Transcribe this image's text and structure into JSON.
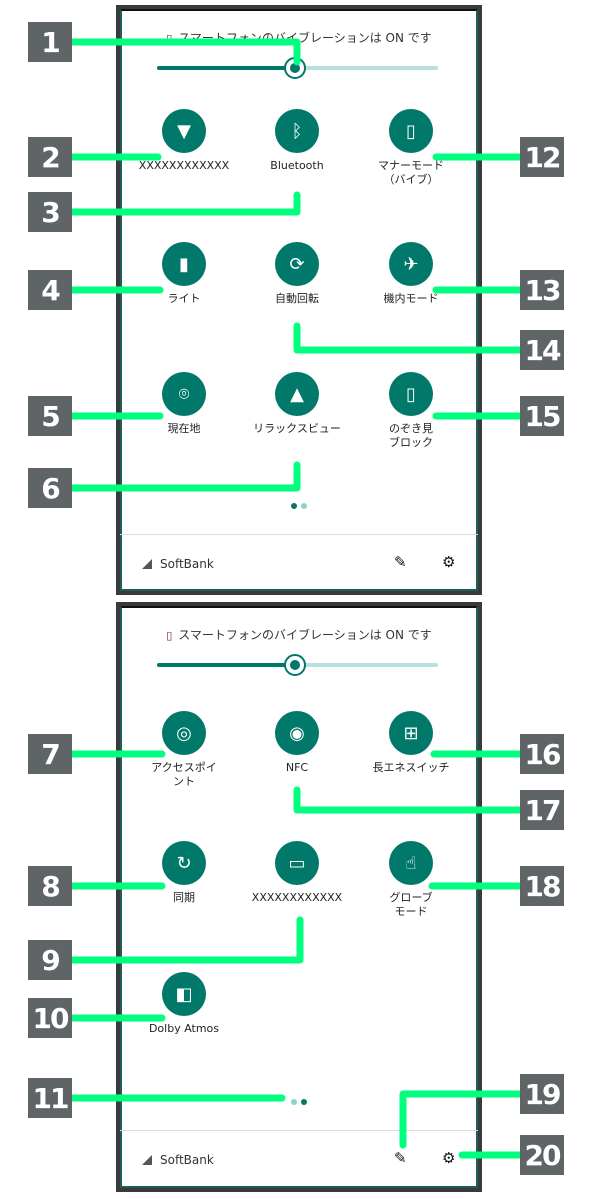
{
  "vibration_message": "スマートフォンのバイブレーションは ON です",
  "brightness_percent": 49,
  "panel1": {
    "tiles": [
      {
        "label": "XXXXXXXXXXXX",
        "icon": "wifi-icon"
      },
      {
        "label": "Bluetooth",
        "icon": "bluetooth-icon"
      },
      {
        "label": "マナーモード\n（バイブ）",
        "icon": "vibrate-icon"
      },
      {
        "label": "ライト",
        "icon": "flashlight-icon"
      },
      {
        "label": "自動回転",
        "icon": "rotate-icon"
      },
      {
        "label": "機内モード",
        "icon": "airplane-icon"
      },
      {
        "label": "現在地",
        "icon": "location-icon"
      },
      {
        "label": "リラックスビュー",
        "icon": "lamp-icon"
      },
      {
        "label": "のぞき見\nブロック",
        "icon": "privacy-icon"
      }
    ]
  },
  "panel2": {
    "tiles": [
      {
        "label": "アクセスポイント",
        "icon": "hotspot-icon"
      },
      {
        "label": "NFC",
        "icon": "nfc-icon"
      },
      {
        "label": "長エネスイッチ",
        "icon": "battery-icon"
      },
      {
        "label": "同期",
        "icon": "sync-icon"
      },
      {
        "label": "XXXXXXXXXXXX",
        "icon": "cast-icon"
      },
      {
        "label": "グローブ\nモード",
        "icon": "glove-icon"
      },
      {
        "label": "Dolby Atmos",
        "icon": "dolby-icon"
      }
    ]
  },
  "carrier": "SoftBank",
  "callouts": [
    "1",
    "2",
    "3",
    "4",
    "5",
    "6",
    "7",
    "8",
    "9",
    "10",
    "11",
    "12",
    "13",
    "14",
    "15",
    "16",
    "17",
    "18",
    "19",
    "20"
  ],
  "colors": {
    "accent": "#00796b",
    "callout": "#5f6466",
    "line": "#00ff7f"
  }
}
